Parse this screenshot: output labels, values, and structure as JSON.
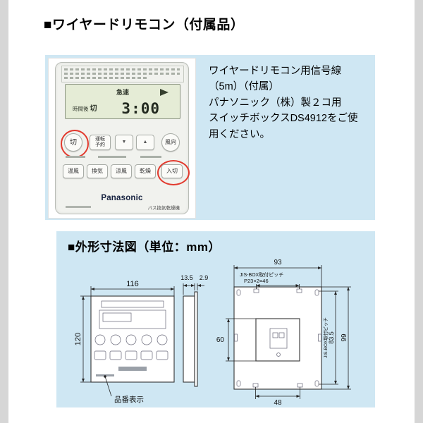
{
  "page": {
    "heading": "■ワイヤードリモコン（付属品）"
  },
  "remote_section": {
    "lcd": {
      "mode": "急速",
      "timer_prefix": "時間後",
      "timer_suffix": "切",
      "time": "3:00"
    },
    "buttons": {
      "off": "切",
      "reserve_line1": "運転",
      "reserve_line2": "予約",
      "down": "▼",
      "up": "▲",
      "direction": "風向",
      "mode_row": [
        "温風",
        "換気",
        "涼風",
        "乾燥",
        "入切"
      ]
    },
    "brand": "Panasonic",
    "product_caption": "バス換気乾燥機",
    "description_lines": [
      "ワイヤードリモコン用信号線",
      "（5m）（付属）",
      "パナソニック（株）製２コ用",
      "スイッチボックスDS4912をご使",
      "用ください。"
    ]
  },
  "dimension_section": {
    "heading": "■外形寸法図（単位：mm）",
    "dims": {
      "front_width": "116",
      "front_height": "120",
      "depth": "13.5",
      "plate_depth": "2.9",
      "back_width": "93",
      "jis_pitch_label": "JIS-BOX取付ピッチ",
      "jis_pitch_value": "P23×2=46",
      "opening_height": "60",
      "hole_pitch": "83.5",
      "back_height": "99",
      "jis_side_label": "JIS-BOX取付ピッチ",
      "bottom_pitch": "48",
      "part_label": "品番表示"
    }
  },
  "colors": {
    "panel_blue": "#cfe7f3",
    "annotation_red": "#e23a2e",
    "lcd_green": "#e5ecd6"
  }
}
